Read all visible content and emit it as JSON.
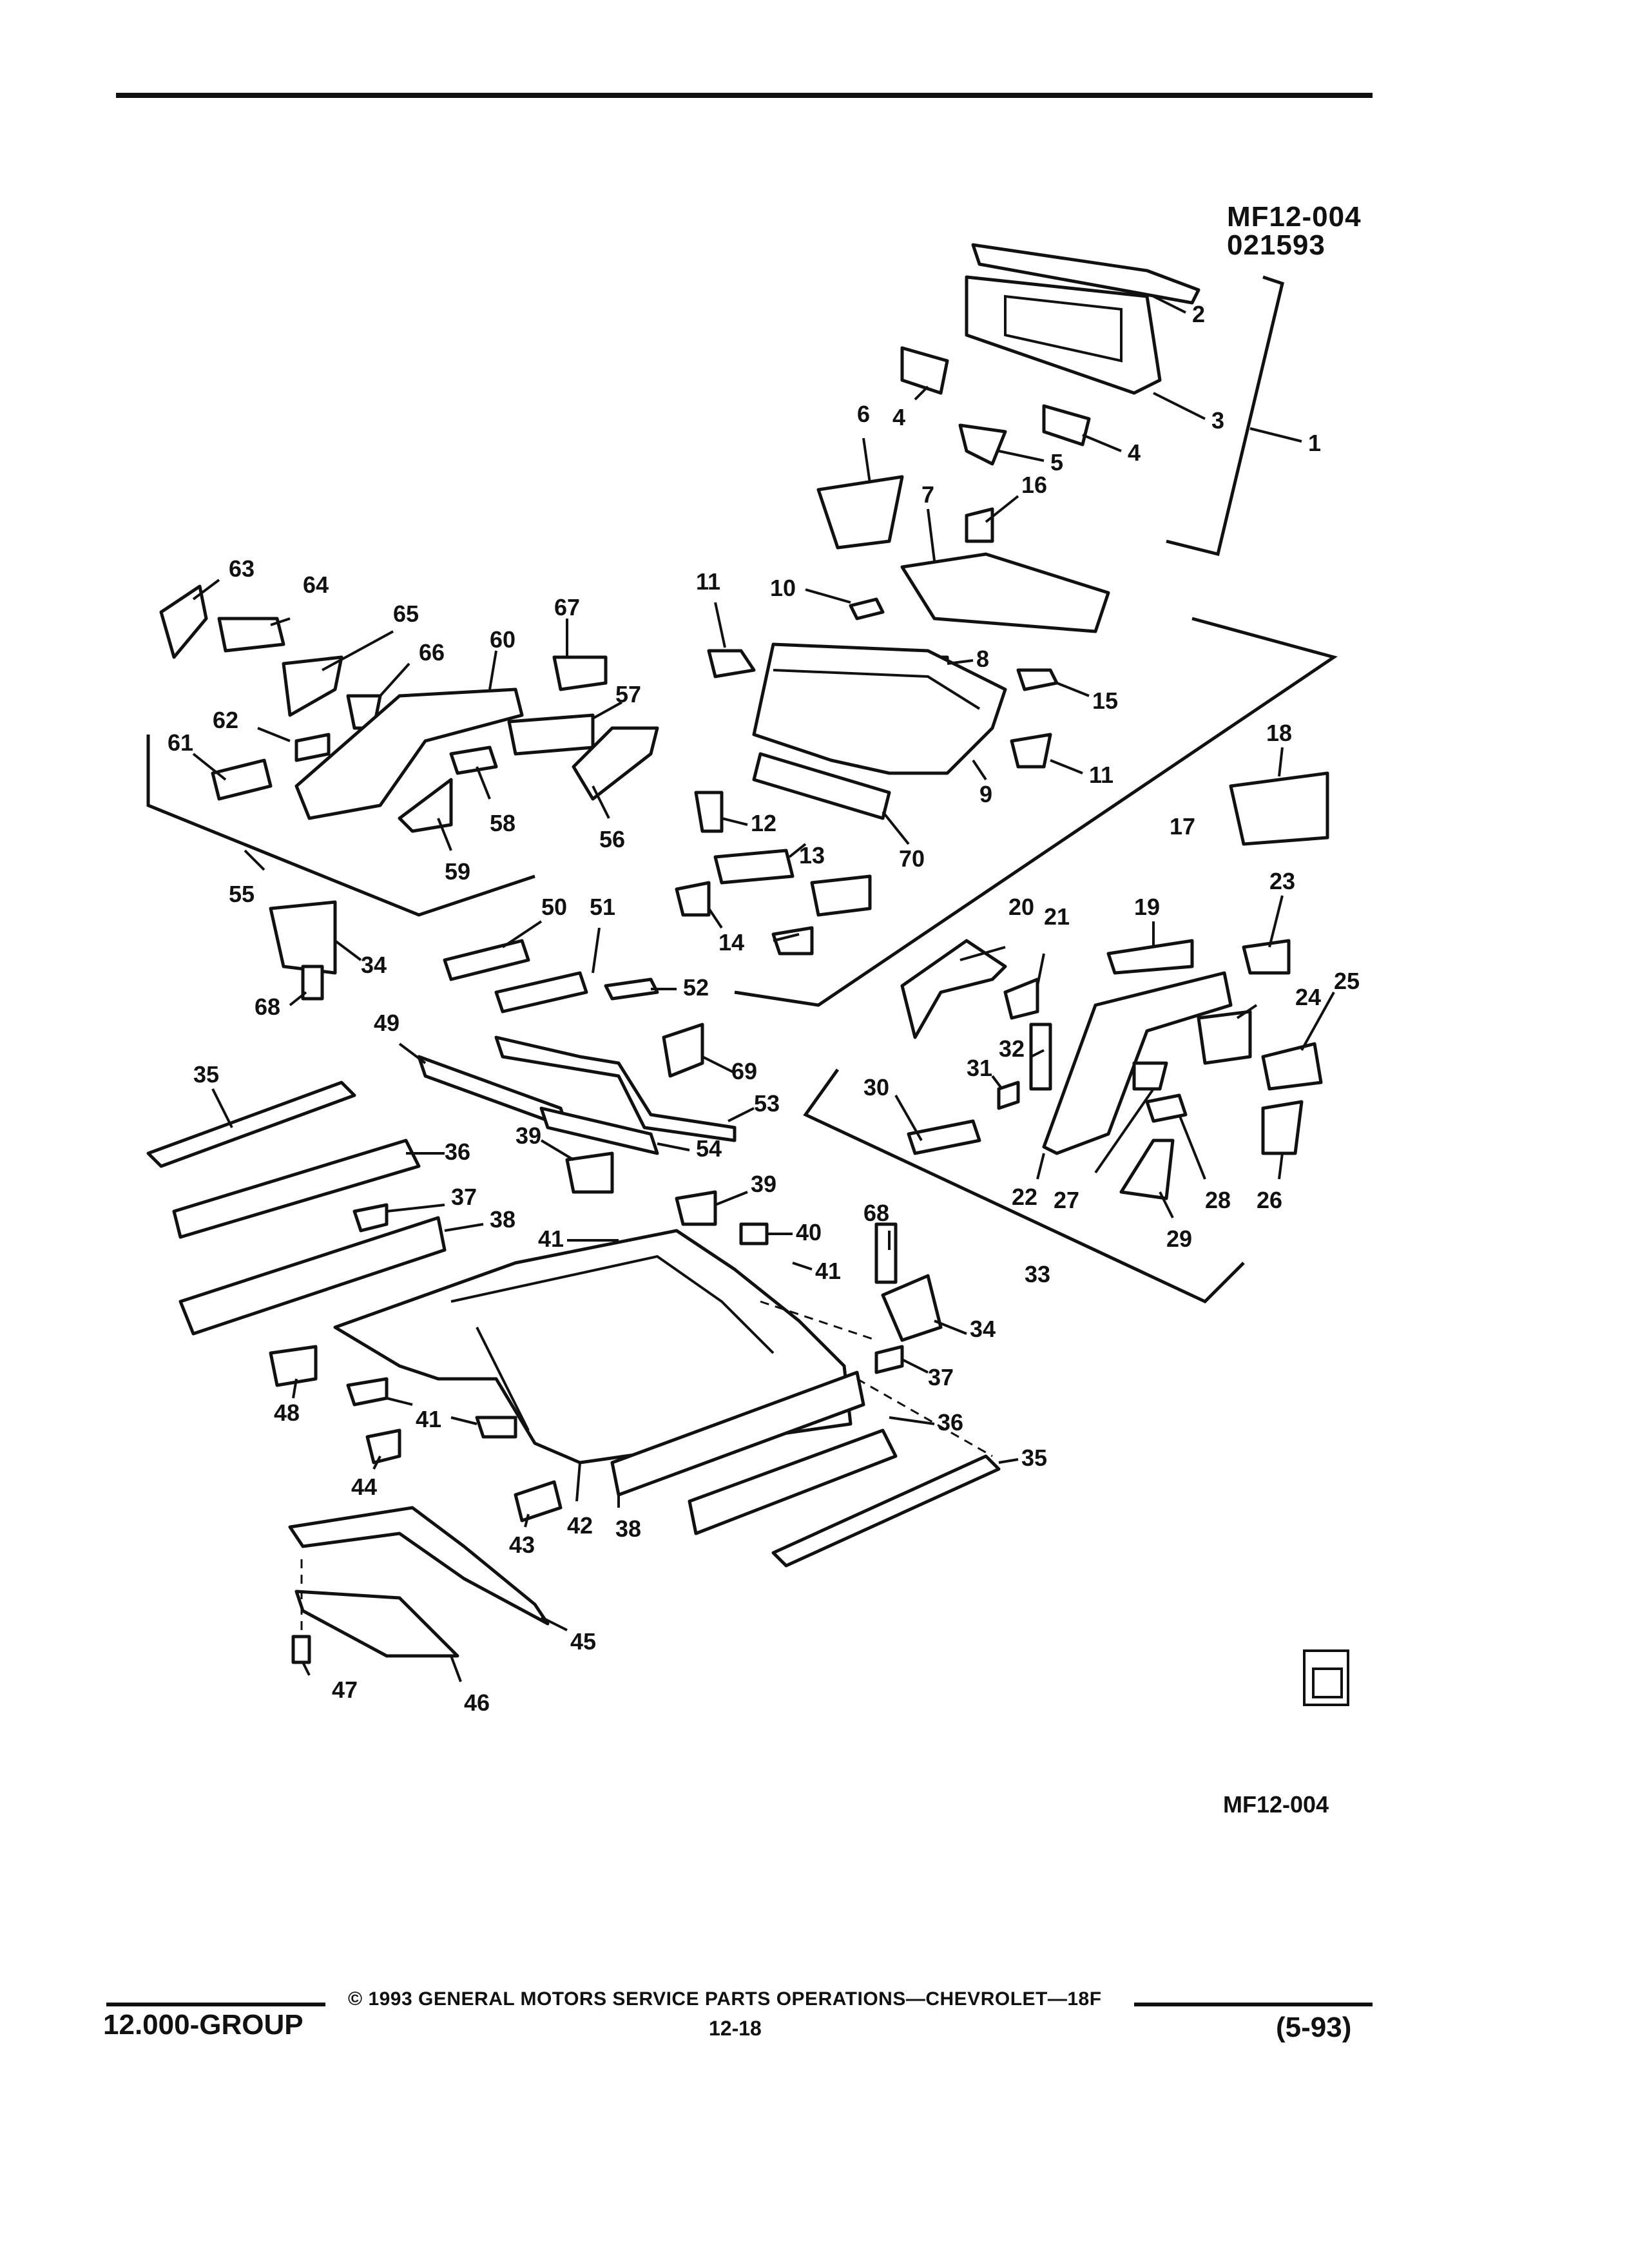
{
  "header": {
    "figure_code": "MF12-004",
    "figure_date": "021593"
  },
  "diagram": {
    "callouts": [
      "1",
      "2",
      "3",
      "4",
      "4",
      "5",
      "6",
      "7",
      "8",
      "9",
      "10",
      "11",
      "11",
      "12",
      "13",
      "14",
      "15",
      "16",
      "17",
      "18",
      "19",
      "20",
      "21",
      "22",
      "23",
      "24",
      "25",
      "26",
      "27",
      "28",
      "29",
      "30",
      "31",
      "32",
      "33",
      "34",
      "34",
      "35",
      "35",
      "36",
      "36",
      "37",
      "37",
      "38",
      "38",
      "39",
      "39",
      "40",
      "41",
      "41",
      "41",
      "42",
      "43",
      "44",
      "45",
      "46",
      "47",
      "48",
      "49",
      "50",
      "51",
      "52",
      "53",
      "54",
      "55",
      "56",
      "57",
      "58",
      "59",
      "60",
      "61",
      "62",
      "63",
      "64",
      "65",
      "66",
      "67",
      "68",
      "68",
      "69",
      "70"
    ],
    "bottom_code": "MF12-004",
    "icon": "service-manual-icon"
  },
  "footer": {
    "group": "12.000-GROUP",
    "copyright": "© 1993  GENERAL MOTORS SERVICE PARTS OPERATIONS—CHEVROLET—18F",
    "page": "12-18",
    "date": "(5-93)"
  }
}
